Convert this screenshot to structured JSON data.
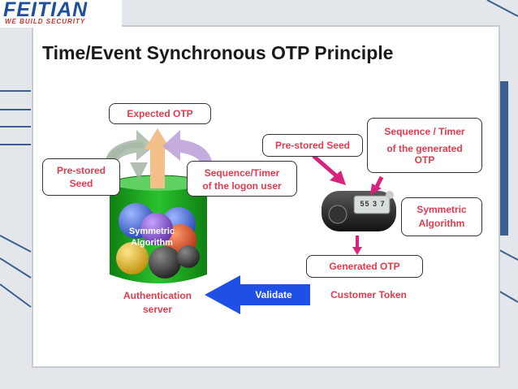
{
  "brand": {
    "name": "FEITIAN",
    "tagline": "WE BUILD SECURITY"
  },
  "slide": {
    "title": "Time/Event Synchronous OTP Principle"
  },
  "server": {
    "expected_otp": "Expected OTP",
    "pre_stored_seed": "Pre-stored\nSeed",
    "sequence_timer": "Sequence/Timer",
    "of_logon_user": "of the logon user",
    "symmetric_algorithm": "Symmetric\nAlgorithm",
    "caption": "Authentication\nserver"
  },
  "token": {
    "pre_stored_seed": "Pre-stored Seed",
    "sequence_timer_line1": "Sequence / Timer",
    "sequence_timer_line2": "of the generated\nOTP",
    "symmetric_algorithm": "Symmetric\nAlgorithm",
    "generated_otp": "Generated OTP",
    "caption": "Customer Token",
    "display_text": "55 3 7"
  },
  "validate": {
    "label": "Validate"
  },
  "colors": {
    "accent_red": "#e23b4d",
    "arrow_blue": "#1e50e6",
    "brand_blue": "#1d4f9c",
    "pink_arrow": "#d8237c",
    "container_green": "#16a21a"
  },
  "icons": [
    "brand-logo",
    "green-jar-container",
    "token-device-icon",
    "pink-arrow-icon"
  ]
}
